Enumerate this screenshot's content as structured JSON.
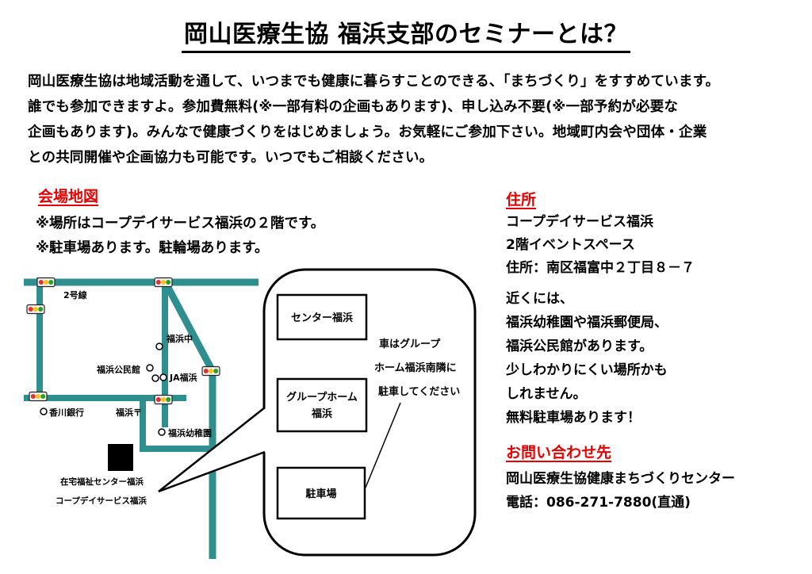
{
  "colors": {
    "heading_red": "#e60000",
    "road_teal": "#2f8f8f",
    "text_black": "#000000"
  },
  "title": "岡山医療生協 福浜支部のセミナーとは？",
  "intro_lines": [
    "岡山医療生協は地域活動を通して、いつまでも健康に暮らすことのできる、「まちづくり」をすすめています。",
    "誰でも参加できますよ。参加費無料(※一部有料の企画もあります)、申し込み不要(※一部予約が必要な",
    "企画もあります)。みんなで健康づくりをはじめましょう。お気軽にご参加下さい。地域町内会や団体・企業",
    "との共同開催や企画協力も可能です。いつでもご相談ください。"
  ],
  "venue_map": {
    "heading": "会場地図",
    "note1": "※場所はコープデイサービス福浜の２階です。",
    "note2": "※駐車場あります。駐輪場あります。",
    "labels": {
      "route2": "2号線",
      "junior_high": "福浜中",
      "community_hall": "福浜公民館",
      "ja_fukuhama": "JA福浜",
      "kagawa_bank": "香川銀行",
      "post_office": "福浜〒",
      "kindergarten": "福浜幼稚園",
      "welfare_center": "在宅福祉センター福浜",
      "coop_day_service": "コープデイサービス福浜"
    },
    "callout": {
      "center_box": "センター福浜",
      "group_home_line1": "グループホーム",
      "group_home_line2": "福浜",
      "parking_box": "駐車場",
      "note_line1": "車はグループ",
      "note_line2": "ホーム福浜南隣に",
      "note_line3": "駐車してください"
    }
  },
  "address": {
    "heading": "住所",
    "line1": "コープデイサービス福浜",
    "line2": "2階イベントスペース",
    "line3": "住所：南区福富中２丁目８－７",
    "nearby1": "近くには、",
    "nearby2": "福浜幼稚園や福浜郵便局、",
    "nearby3": "福浜公民館があります。",
    "nearby4": "少しわかりにくい場所かも",
    "nearby5": "しれません。",
    "nearby6": "無料駐車場あります！"
  },
  "contact": {
    "heading": "お問い合わせ先",
    "line1": "岡山医療生協健康まちづくりセンター",
    "line2": "電話：086-271-7880(直通)"
  }
}
